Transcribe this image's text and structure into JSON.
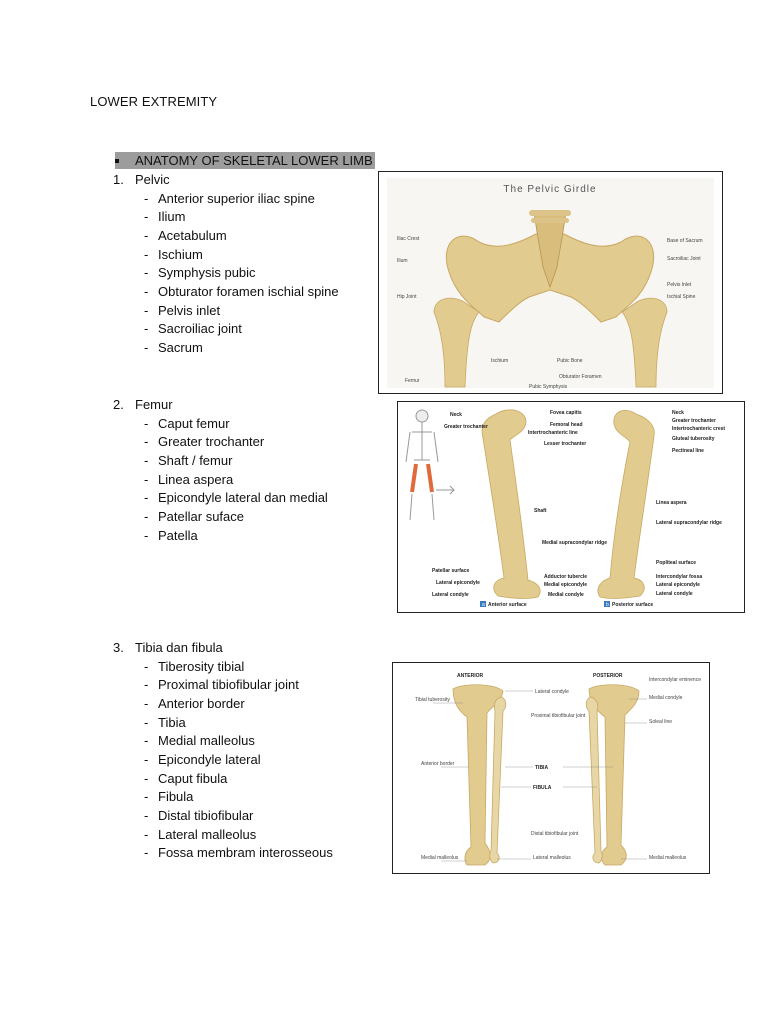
{
  "document": {
    "title": "LOWER EXTREMITY",
    "heading": "ANATOMY OF SKELETAL LOWER LIMB"
  },
  "sections": [
    {
      "number": "1.",
      "title": "Pelvic",
      "items": [
        "Anterior superior iliac spine",
        "Ilium",
        "Acetabulum",
        "Ischium",
        "Symphysis pubic",
        "Obturator foramen ischial spine",
        "Pelvis inlet",
        "Sacroiliac joint",
        "Sacrum"
      ]
    },
    {
      "number": "2.",
      "title": "Femur",
      "items": [
        "Caput femur",
        "Greater trochanter",
        "Shaft / femur",
        "Linea aspera",
        "Epicondyle lateral dan medial",
        "Patellar suface",
        "Patella"
      ]
    },
    {
      "number": "3.",
      "title": "Tibia dan fibula",
      "items": [
        "Tiberosity tibial",
        "Proximal tibiofibular joint",
        "Anterior border",
        "Tibia",
        "Medial malleolus",
        "Epicondyle lateral",
        "Caput fibula",
        "Fibula",
        "Distal tibiofibular",
        "Lateral malleolus",
        "Fossa membram interosseous"
      ]
    }
  ],
  "figures": {
    "pelvis": {
      "title": "The Pelvic Girdle",
      "labels_left": [
        "Iliac Crest",
        "Ilium",
        "Hip Joint",
        "Femur"
      ],
      "labels_right": [
        "Base of Sacrum",
        "Sacroiliac Joint",
        "Pelvis Inlet",
        "Ischial Spine"
      ],
      "labels_bottom": [
        "Ischium",
        "Pubic Bone",
        "Obturator Foramen",
        "Pubic Symphysis"
      ]
    },
    "femur": {
      "labels_left": [
        "Neck",
        "Greater trochanter",
        "Shaft",
        "Patellar surface",
        "Lateral epicondyle",
        "Lateral condyle"
      ],
      "labels_center": [
        "Fovea capitis",
        "Femoral head",
        "Intertrochanteric line",
        "Lesser trochanter",
        "Medial supracondylar ridge",
        "Adductor tubercle",
        "Medial epicondyle",
        "Medial condyle"
      ],
      "labels_right": [
        "Neck",
        "Greater trochanter",
        "Intertrochanteric crest",
        "Gluteal tuberosity",
        "Pectineal line",
        "Linea aspera",
        "Lateral supracondylar ridge",
        "Popliteal surface",
        "Intercondylar fossa",
        "Lateral epicondyle",
        "Lateral condyle"
      ],
      "caption_anterior": "Anterior surface",
      "caption_posterior": "Posterior surface",
      "caption_a": "a",
      "caption_b": "b"
    },
    "tibia": {
      "heading_anterior": "ANTERIOR",
      "heading_posterior": "POSTERIOR",
      "labels_left": [
        "Tibial tuberosity",
        "Anterior border",
        "Medial malleolus"
      ],
      "labels_center": [
        "Lateral condyle",
        "Proximal tibiofibular joint",
        "TIBIA",
        "FIBULA",
        "Distal tibiofibular joint",
        "Lateral malleolus"
      ],
      "labels_right": [
        "Intercondylar eminence",
        "Medial condyle",
        "Soleal line",
        "Medial malleolus"
      ]
    }
  },
  "colors": {
    "bone": "#e2cb8f",
    "bone_shade": "#c9a862",
    "heading_highlight": "#9c9c9c",
    "skeleton_highlight": "#e06a3a"
  }
}
